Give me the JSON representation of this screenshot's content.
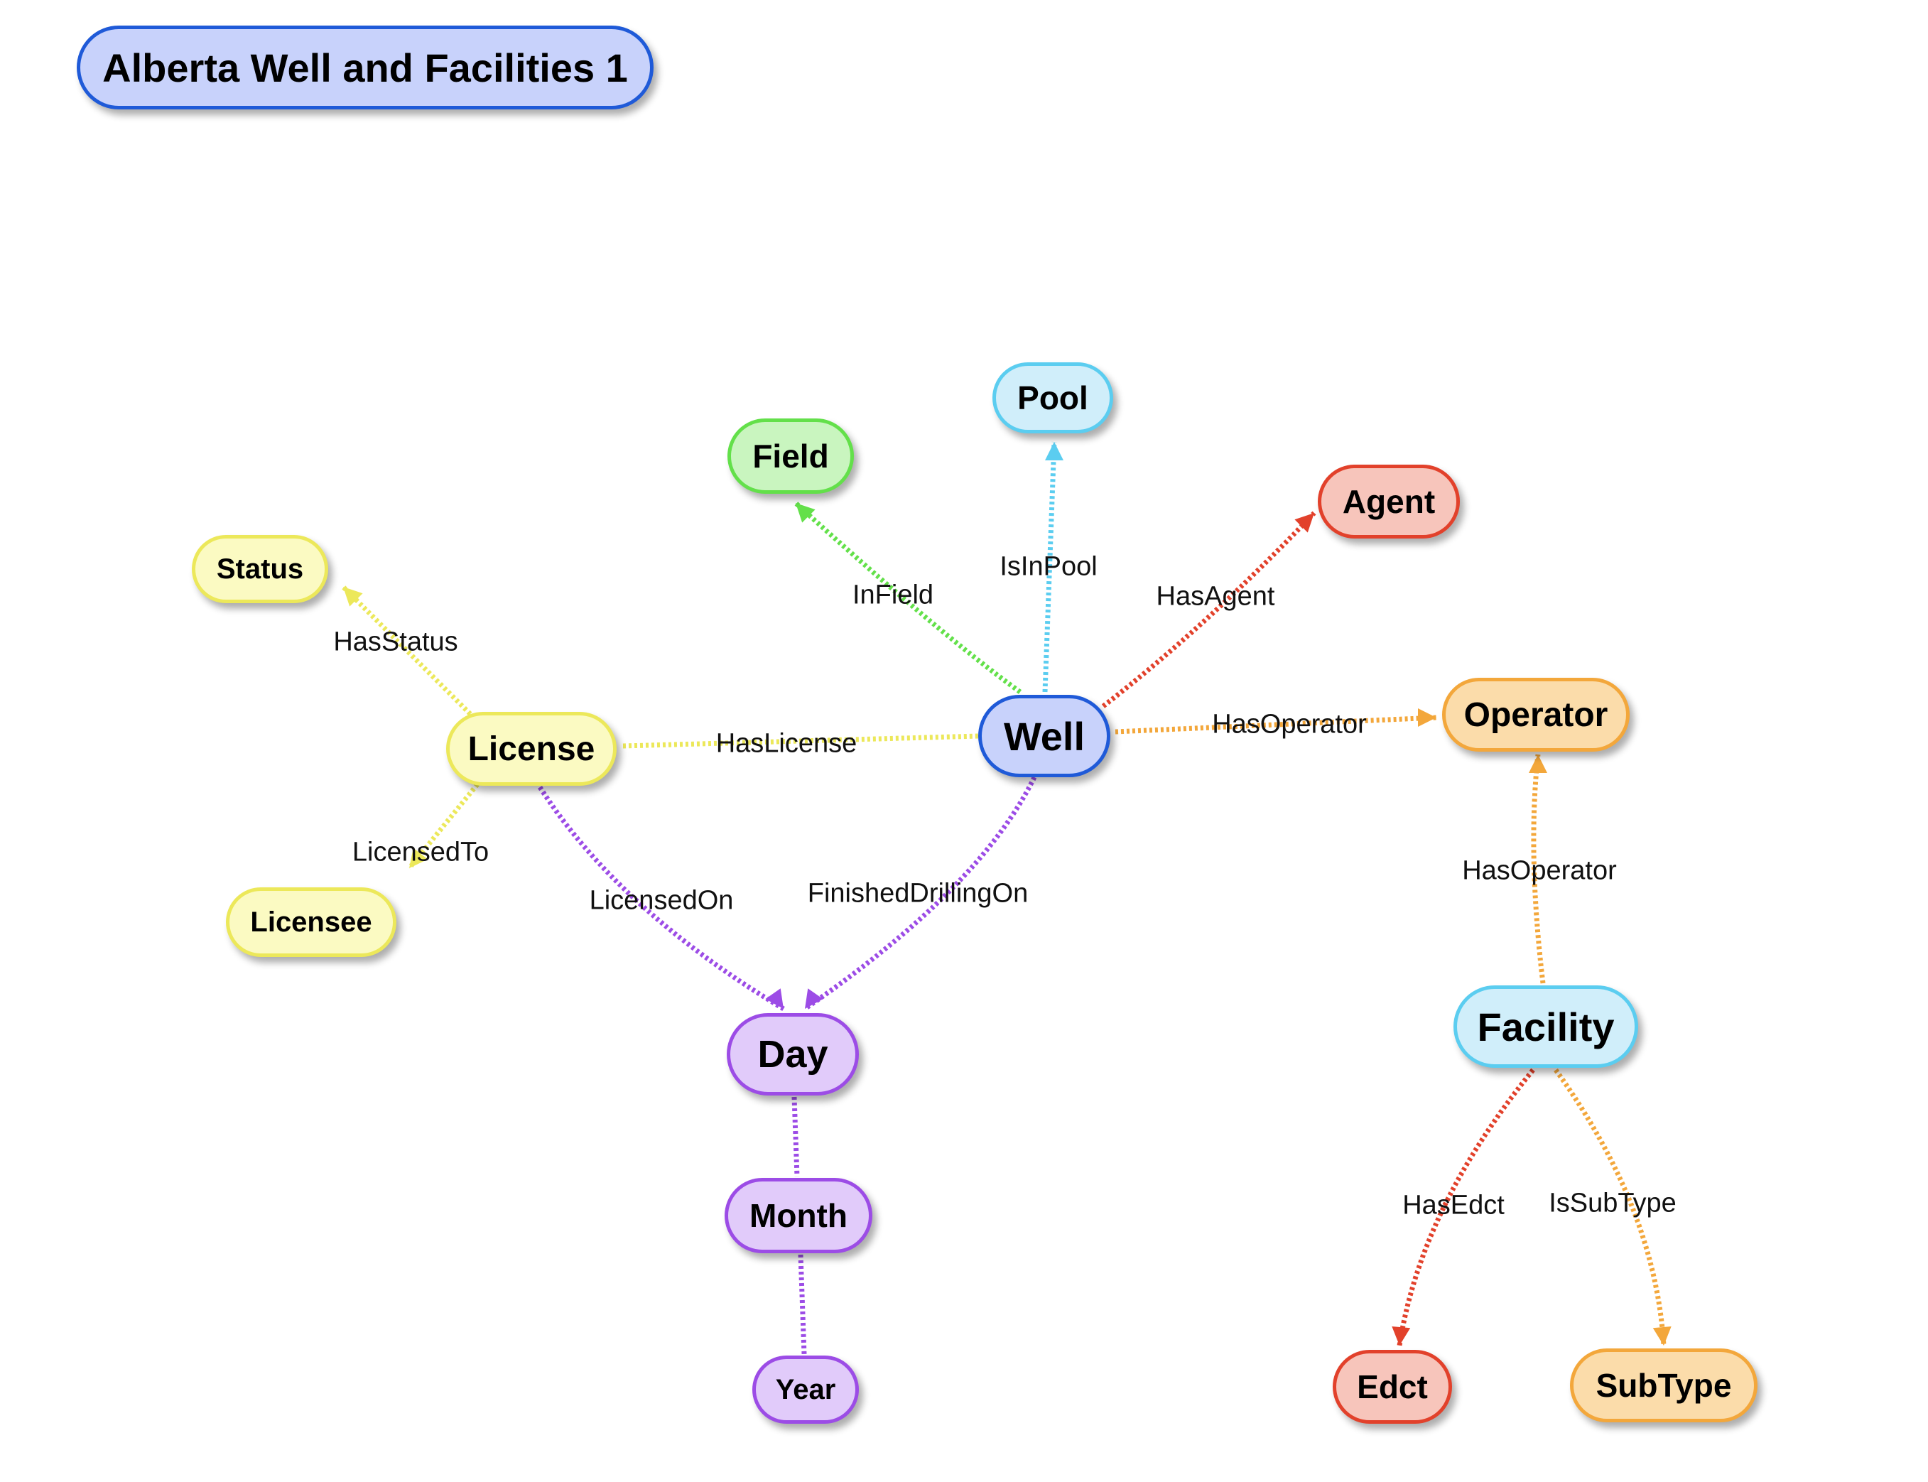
{
  "title": "Alberta Well and Facilities 1",
  "colors": {
    "blue": {
      "fill": "#c8d2fb",
      "stroke": "#1f5ad8"
    },
    "green": {
      "fill": "#c9f5bf",
      "stroke": "#63e04a"
    },
    "cyan": {
      "fill": "#d0eefa",
      "stroke": "#5bcdf0"
    },
    "red": {
      "fill": "#f7c5bb",
      "stroke": "#e2412b"
    },
    "yellow": {
      "fill": "#fbfac2",
      "stroke": "#ece85a"
    },
    "orange": {
      "fill": "#fbdcaa",
      "stroke": "#f3a73b"
    },
    "purple": {
      "fill": "#e1cbfa",
      "stroke": "#9c4ce6"
    }
  },
  "nodes": [
    {
      "id": "pool",
      "label": "Pool",
      "color": "cyan"
    },
    {
      "id": "field",
      "label": "Field",
      "color": "green"
    },
    {
      "id": "agent",
      "label": "Agent",
      "color": "red"
    },
    {
      "id": "status",
      "label": "Status",
      "color": "yellow"
    },
    {
      "id": "license",
      "label": "License",
      "color": "yellow"
    },
    {
      "id": "well",
      "label": "Well",
      "color": "blue"
    },
    {
      "id": "operator",
      "label": "Operator",
      "color": "orange"
    },
    {
      "id": "licensee",
      "label": "Licensee",
      "color": "yellow"
    },
    {
      "id": "day",
      "label": "Day",
      "color": "purple"
    },
    {
      "id": "facility",
      "label": "Facility",
      "color": "cyan"
    },
    {
      "id": "month",
      "label": "Month",
      "color": "purple"
    },
    {
      "id": "edct",
      "label": "Edct",
      "color": "red"
    },
    {
      "id": "subtype",
      "label": "SubType",
      "color": "orange"
    },
    {
      "id": "year",
      "label": "Year",
      "color": "purple"
    }
  ],
  "edges": [
    {
      "id": "infield",
      "label": "InField",
      "from": "well",
      "to": "field",
      "color": "green",
      "arrow": true
    },
    {
      "id": "isinpool",
      "label": "IsInPool",
      "from": "well",
      "to": "pool",
      "color": "cyan",
      "arrow": true
    },
    {
      "id": "hasagent",
      "label": "HasAgent",
      "from": "well",
      "to": "agent",
      "color": "red",
      "arrow": true
    },
    {
      "id": "hasstatus",
      "label": "HasStatus",
      "from": "license",
      "to": "status",
      "color": "yellow",
      "arrow": true
    },
    {
      "id": "haslicense",
      "label": "HasLicense",
      "from": "well",
      "to": "license",
      "color": "yellow",
      "arrow": false
    },
    {
      "id": "hasoperator-well",
      "label": "HasOperator",
      "from": "well",
      "to": "operator",
      "color": "orange",
      "arrow": true
    },
    {
      "id": "licensedto",
      "label": "LicensedTo",
      "from": "license",
      "to": "licensee",
      "color": "yellow",
      "arrow": true
    },
    {
      "id": "licensedon",
      "label": "LicensedOn",
      "from": "license",
      "to": "day",
      "color": "purple",
      "arrow": true
    },
    {
      "id": "finisheddrillingon",
      "label": "FinishedDrillingOn",
      "from": "well",
      "to": "day",
      "color": "purple",
      "arrow": true
    },
    {
      "id": "hasoperator-facility",
      "label": "HasOperator",
      "from": "facility",
      "to": "operator",
      "color": "orange",
      "arrow": true
    },
    {
      "id": "day-month",
      "label": "",
      "from": "day",
      "to": "month",
      "color": "purple",
      "arrow": false
    },
    {
      "id": "month-year",
      "label": "",
      "from": "month",
      "to": "year",
      "color": "purple",
      "arrow": false
    },
    {
      "id": "hasedct",
      "label": "HasEdct",
      "from": "facility",
      "to": "edct",
      "color": "red",
      "arrow": true
    },
    {
      "id": "issubtype",
      "label": "IsSubType",
      "from": "facility",
      "to": "subtype",
      "color": "orange",
      "arrow": true
    }
  ]
}
